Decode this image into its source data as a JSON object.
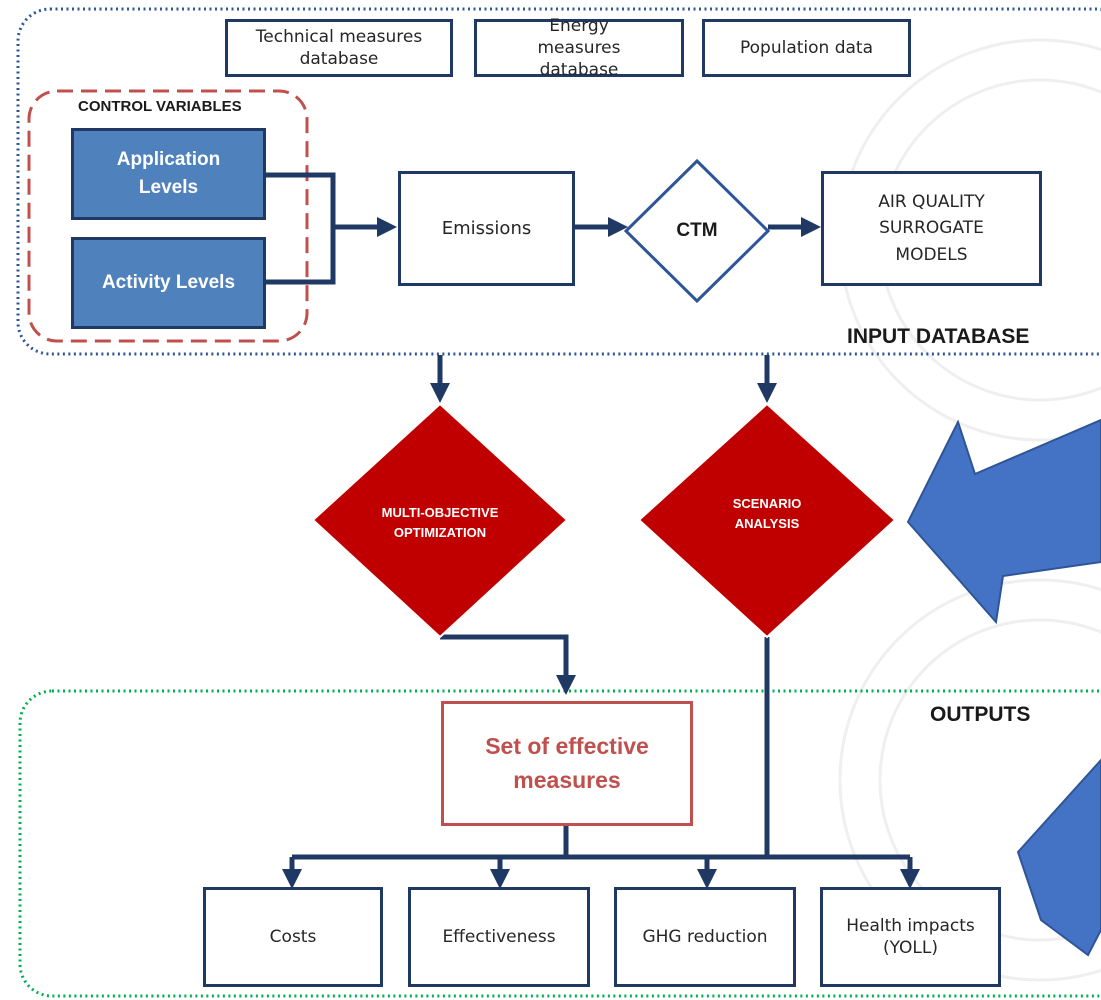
{
  "input_database": {
    "title": "INPUT DATABASE",
    "sources": {
      "technical": "Technical measures database",
      "energy": "Energy measures database",
      "population": "Population data"
    },
    "control_variables": {
      "title": "CONTROL VARIABLES",
      "application_levels": "Application Levels",
      "activity_levels": "Activity  Levels"
    },
    "emissions": "Emissions",
    "ctm": "CTM",
    "surrogate_models": "AIR QUALITY SURROGATE MODELS"
  },
  "decisions": {
    "optimization": "MULTI-OBJECTIVE OPTIMIZATION",
    "scenario": "SCENARIO ANALYSIS"
  },
  "outputs": {
    "title": "OUTPUTS",
    "effective_measures": "Set of  effective measures",
    "costs": "Costs",
    "effectiveness": "Effectiveness",
    "ghg": "GHG reduction",
    "health": "Health impacts (YOLL)"
  },
  "colors": {
    "dark_blue": "#1f3864",
    "control_fill": "#4f81bd",
    "decision_red": "#c00000",
    "callout_blue": "#4472c4",
    "outputs_border": "#00b050",
    "control_border": "#c0504d"
  }
}
